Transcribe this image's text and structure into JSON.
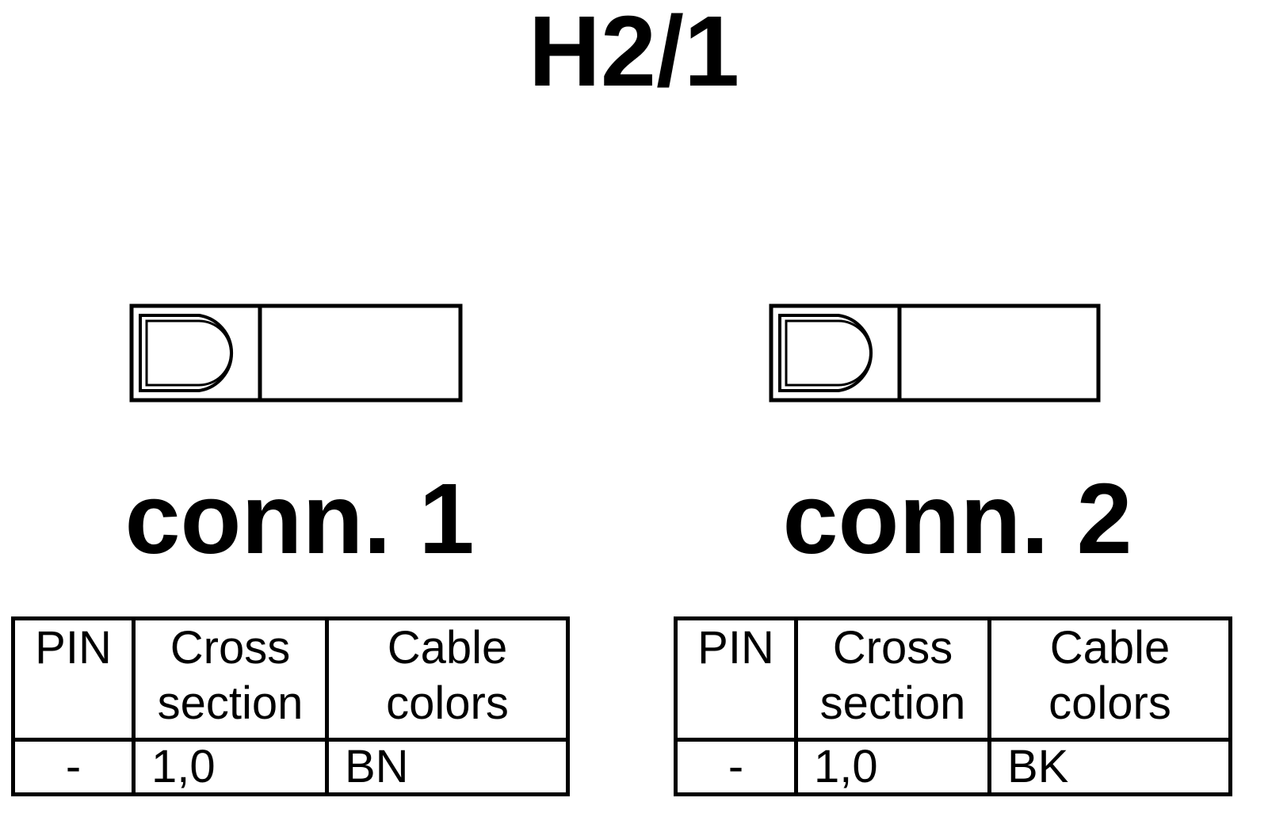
{
  "title": "H2/1",
  "connectors": [
    {
      "label": "conn. 1",
      "table": {
        "headers": {
          "pin": "PIN",
          "cross": [
            "Cross",
            "section"
          ],
          "color": [
            "Cable",
            "colors"
          ]
        },
        "row": {
          "pin": "-",
          "cross": "1,0",
          "color": "BN"
        }
      }
    },
    {
      "label": "conn. 2",
      "table": {
        "headers": {
          "pin": "PIN",
          "cross": [
            "Cross",
            "section"
          ],
          "color": [
            "Cable",
            "colors"
          ]
        },
        "row": {
          "pin": "-",
          "cross": "1,0",
          "color": "BK"
        }
      }
    }
  ]
}
